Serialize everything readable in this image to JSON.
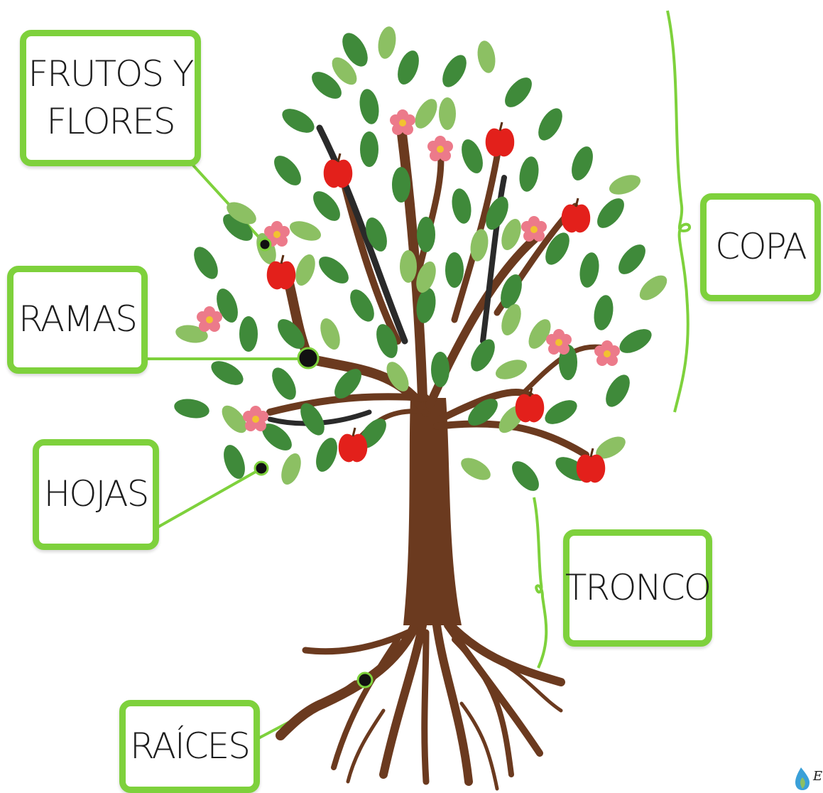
{
  "labels": {
    "frutos_y_flores": "FRUTOS Y\nFLORES",
    "ramas": "RAMAS",
    "hojas": "HOJAS",
    "copa": "COPA",
    "tronco": "TRONCO",
    "raices": "RAÍCES"
  },
  "logo": {
    "text": "E"
  },
  "colors": {
    "label_border": "#7ed13c",
    "connector": "#7ed13c",
    "trunk": "#6b3a1f",
    "dark_branch": "#2a2a2a",
    "leaf_dark": "#3f8a3a",
    "leaf_light": "#8cc063",
    "apple": "#e3201b",
    "flower": "#ec7a8a"
  }
}
